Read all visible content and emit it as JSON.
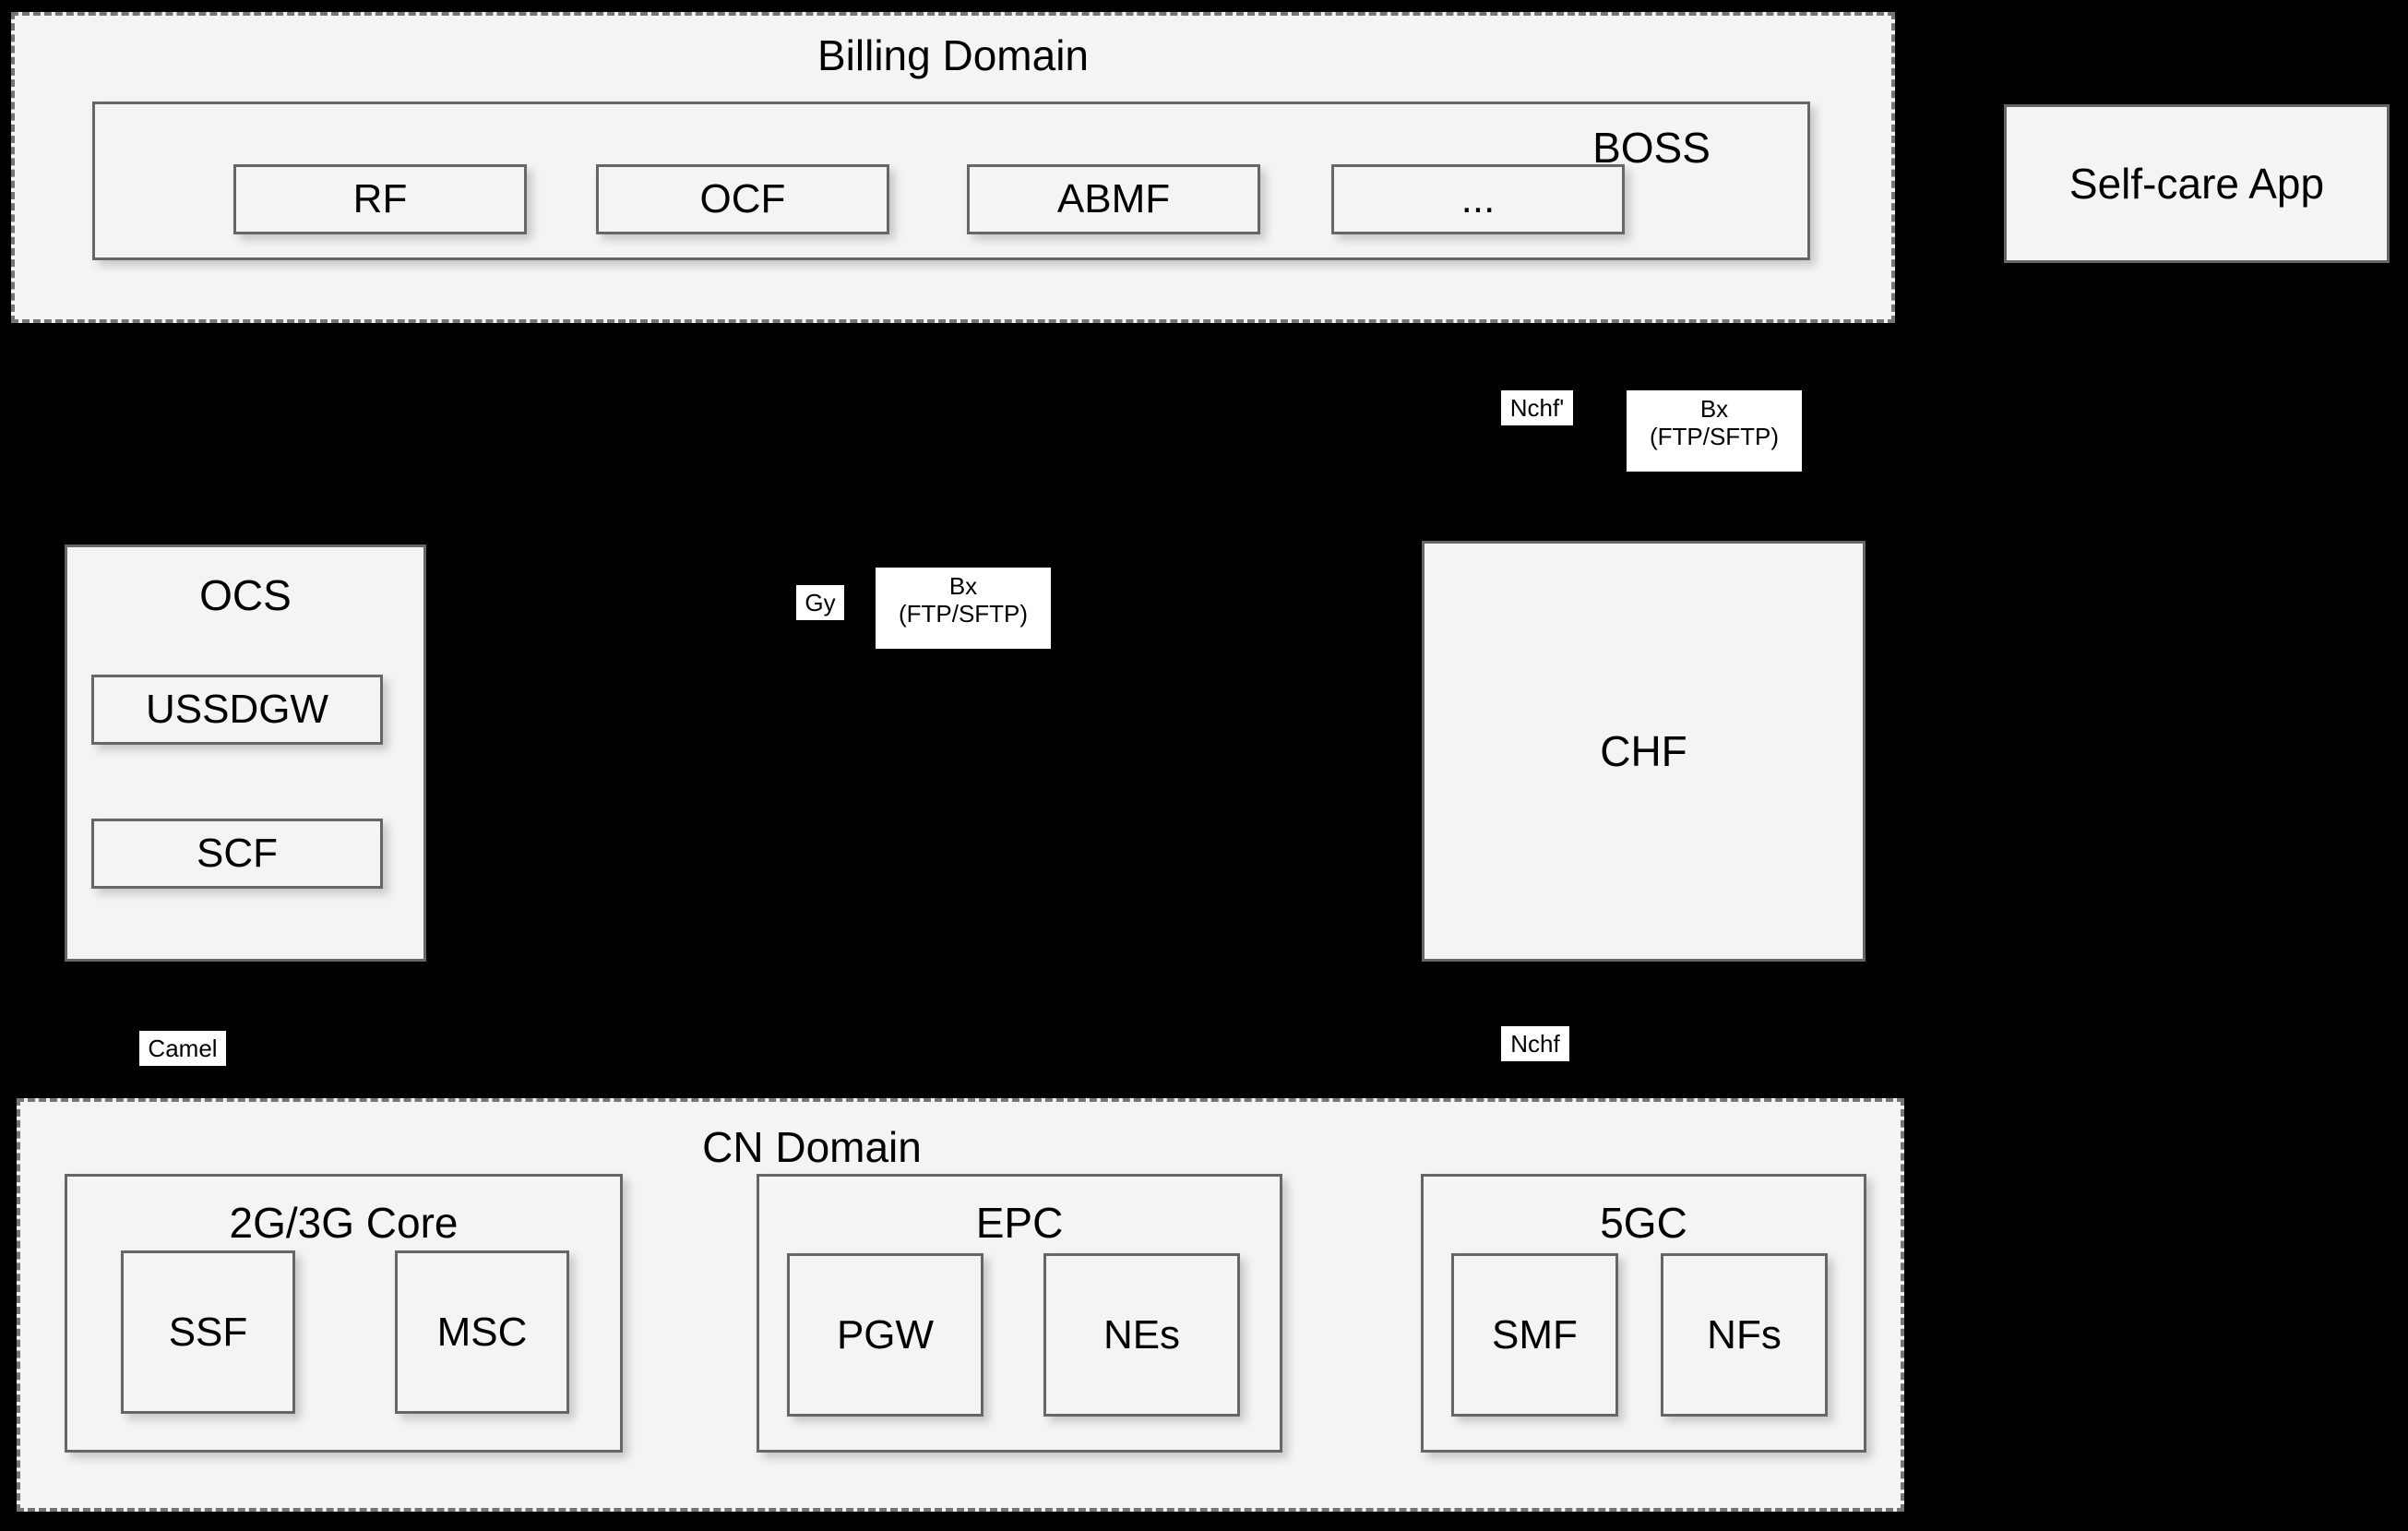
{
  "diagram": {
    "title_hidden": "",
    "background_color": "#000000",
    "box_fill": "#f4f4f4",
    "box_stroke": "#666666",
    "dashed_stroke": "#757575",
    "line_color": "#000000"
  },
  "billing_domain": {
    "label": "Billing Domain",
    "boss": {
      "label": "BOSS",
      "functions": [
        {
          "label": "RF"
        },
        {
          "label": "OCF"
        },
        {
          "label": "ABMF"
        },
        {
          "label": "..."
        }
      ]
    }
  },
  "self_care": {
    "label": "Self-care App"
  },
  "ocs": {
    "label": "OCS",
    "children": [
      {
        "label": "USSDGW"
      },
      {
        "label": "SCF"
      }
    ]
  },
  "chf": {
    "label": "CHF"
  },
  "cn_domain": {
    "label": "CN Domain",
    "groups": [
      {
        "label": "2G/3G Core",
        "nodes": [
          {
            "label": "SSF"
          },
          {
            "label": "MSC"
          }
        ]
      },
      {
        "label": "EPC",
        "nodes": [
          {
            "label": "PGW"
          },
          {
            "label": "NEs"
          }
        ]
      },
      {
        "label": "5GC",
        "nodes": [
          {
            "label": "SMF"
          },
          {
            "label": "NFs"
          }
        ]
      }
    ]
  },
  "interfaces": [
    {
      "id": "nchf-prime",
      "label": "Nchf'"
    },
    {
      "id": "bx-upper",
      "label": "Bx\n(FTP/SFTP)"
    },
    {
      "id": "gy",
      "label": "Gy"
    },
    {
      "id": "bx-lower",
      "label": "Bx\n(FTP/SFTP)"
    },
    {
      "id": "camel",
      "label": "Camel"
    },
    {
      "id": "nchf",
      "label": "Nchf"
    }
  ]
}
